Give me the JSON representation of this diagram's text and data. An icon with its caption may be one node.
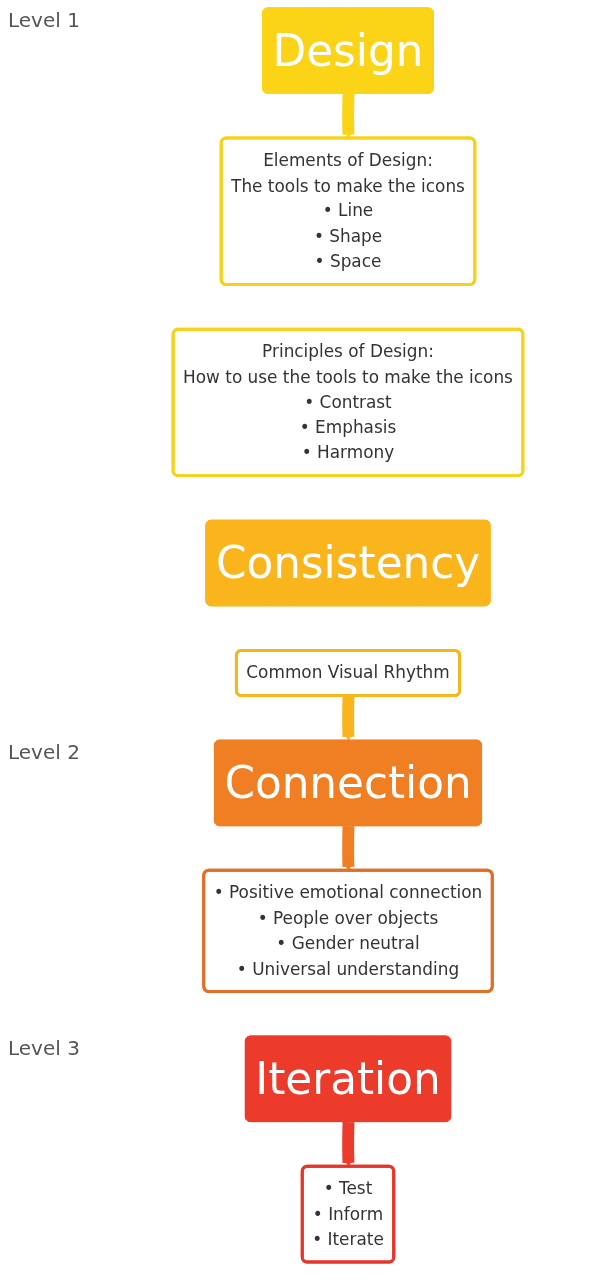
{
  "diagram": {
    "nodes": [
      {
        "text": [
          "Design"
        ]
      },
      {
        "text": [
          "Elements of Design:",
          "The tools to make the icons",
          "• Line",
          "• Shape",
          "• Space"
        ]
      },
      {
        "text": [
          "Principles of Design:",
          "How to use the tools to make the icons",
          "• Contrast",
          "• Emphasis",
          "• Harmony"
        ]
      },
      {
        "text": [
          "Consistency"
        ]
      },
      {
        "text": [
          "Common Visual Rhythm"
        ]
      },
      {
        "text": [
          "Connection"
        ]
      },
      {
        "text": [
          "• Positive emotional connection",
          "• People over objects",
          "• Gender neutral",
          "• Universal understanding"
        ]
      },
      {
        "text": [
          "Iteration"
        ]
      },
      {
        "text": [
          "• Test",
          "• Inform",
          "• Iterate"
        ]
      }
    ],
    "edges": [
      {
        "from": 0,
        "to": 1,
        "arrow": "to",
        "color": "#fcd417"
      },
      {
        "from": 4,
        "to": 5,
        "arrow": "to",
        "color": "#f9b51b"
      },
      {
        "from": 5,
        "to": 6,
        "arrow": "to",
        "color": "#f07f23"
      },
      {
        "from": 7,
        "to": 8,
        "arrow": "to",
        "color": "#ec3a2b"
      }
    ],
    "labels": [
      "Level 1",
      "Level 2",
      "Level 3"
    ]
  }
}
